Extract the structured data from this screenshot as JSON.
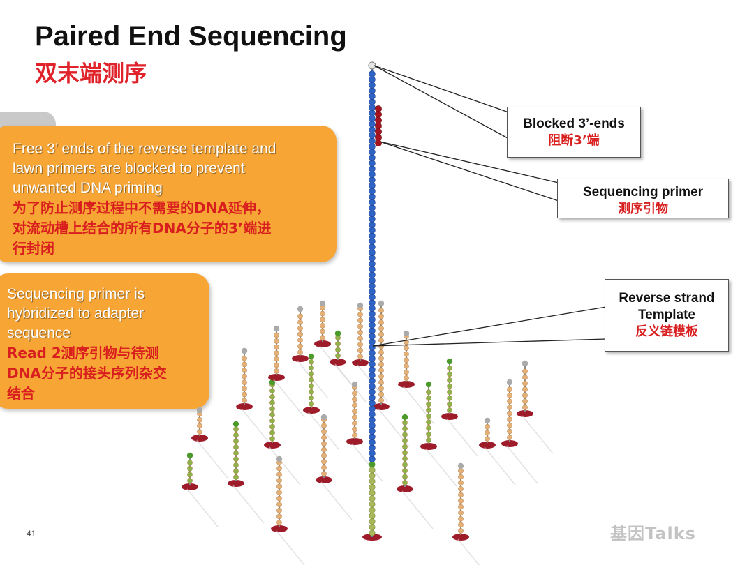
{
  "slide": {
    "title": "Paired End Sequencing",
    "subtitle": "双末端测序",
    "page_number": "41",
    "watermark": "基因Talks"
  },
  "callouts": [
    {
      "en": "Free 3’ ends of the reverse template and\nlawn primers are blocked to prevent\nunwanted DNA priming",
      "cn": "为了防止测序过程中不需要的DNA延伸，\n对流动槽上结合的所有DNA分子的3’端进\n行封闭"
    },
    {
      "en": "Sequencing primer is\nhybridized to adapter\nsequence",
      "cn": "Read 2测序引物与待测\nDNA分子的接头序列杂交\n结合"
    }
  ],
  "labels": [
    {
      "en": "Blocked 3’-ends",
      "cn": "阻断3’端"
    },
    {
      "en": "Sequencing primer",
      "cn": "测序引物"
    },
    {
      "en": "Reverse strand\nTemplate",
      "cn": "反义链模板"
    }
  ],
  "colors": {
    "title": "#111111",
    "accent_red": "#e0232b",
    "callout_orange": "#f7a535",
    "strand_blue": "#2f63c6",
    "primer_red": "#a61420",
    "base_green": "#4c9a2c",
    "cap_white": "#e6e6e6"
  }
}
